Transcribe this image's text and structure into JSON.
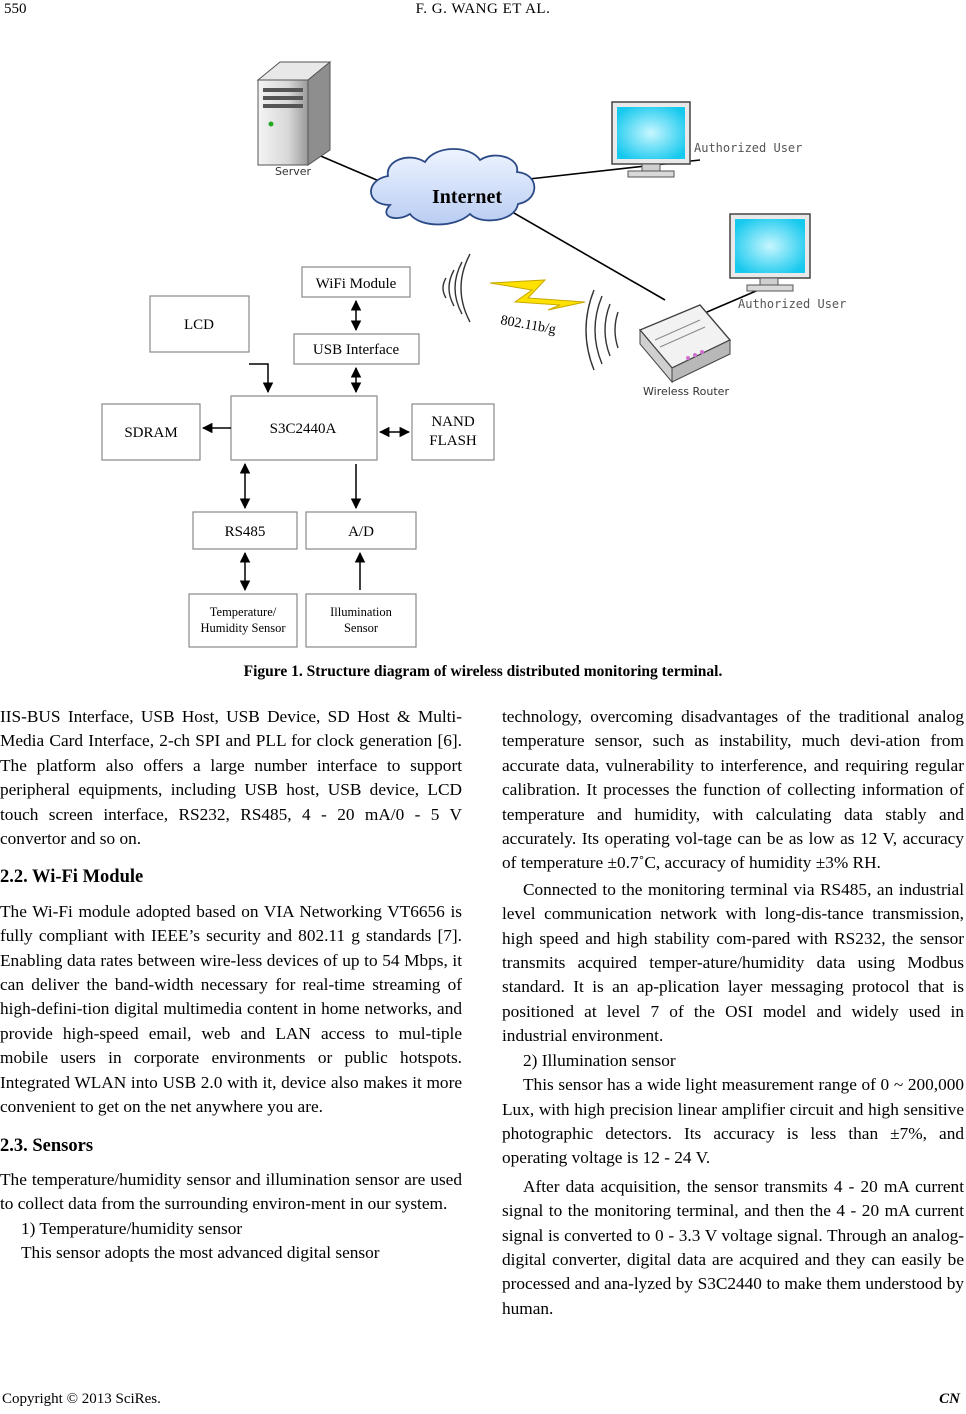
{
  "header": {
    "page_number": "550",
    "running_title": "F. G. WANG    ET    AL."
  },
  "figure": {
    "caption": "Figure 1. Structure diagram of wireless distributed monitoring terminal.",
    "labels": {
      "server": "Server",
      "internet": "Internet",
      "authorized_user_1": "Authorized User",
      "authorized_user_2": "Authorized User",
      "wifi_module": "WiFi Module",
      "usb_interface": "USB Interface",
      "lcd": "LCD",
      "sdram": "SDRAM",
      "cpu": "S3C2440A",
      "nand_line1": "NAND",
      "nand_line2": "FLASH",
      "rs485": "RS485",
      "ad": "A/D",
      "temp_line1": "Temperature/",
      "temp_line2": "Humidity Sensor",
      "illum_line1": "Illumination",
      "illum_line2": "Sensor",
      "protocol": "802.11b/g",
      "wireless_router": "Wireless Router"
    }
  },
  "left_column": {
    "p1": "IIS-BUS Interface, USB Host, USB Device, SD Host & Multi-Media Card Interface, 2-ch SPI and PLL for clock generation [6]. The platform also offers a large number interface to support peripheral equipments, including USB host, USB device, LCD touch screen interface, RS232, RS485, 4 - 20 mA/0 - 5 V convertor and so on.",
    "h_wifi": "2.2. Wi-Fi Module",
    "p2": "The Wi-Fi module adopted based on VIA Networking VT6656 is fully compliant with IEEE’s security and 802.11 g standards [7]. Enabling data rates between wire-less devices of up to 54 Mbps, it can deliver the band-width necessary for real-time streaming of high-defini-tion digital multimedia content in home networks, and provide high-speed email, web and LAN access to mul-tiple mobile users in corporate environments or public hotspots. Integrated WLAN into USB 2.0 with it, device also makes it more convenient to get on the net anywhere you are.",
    "h_sensors": "2.3. Sensors",
    "p3": "The temperature/humidity sensor and illumination sensor are used to collect data from the surrounding environ-ment in our system.",
    "p4": "1) Temperature/humidity sensor",
    "p5": "This sensor adopts the most advanced digital sensor"
  },
  "right_column": {
    "p1": "technology, overcoming disadvantages of the traditional analog temperature sensor, such as instability, much devi-ation from accurate data, vulnerability to interference, and requiring regular calibration. It processes the function of collecting information of temperature and humidity, with calculating data stably and accurately. Its operating vol-tage can be as low as 12 V, accuracy of temperature ±0.7˚C, accuracy of humidity ±3% RH.",
    "p2": "Connected to the monitoring terminal via RS485, an industrial level communication network with long-dis-tance transmission, high speed and high stability com-pared with RS232, the sensor transmits acquired temper-ature/humidity data using Modbus standard. It is an ap-plication layer messaging protocol that is positioned at level 7 of the OSI model and widely used in industrial environment.",
    "p3": "2) Illumination sensor",
    "p4": "This sensor has a wide light measurement range of 0 ~ 200,000 Lux, with high precision linear amplifier circuit and high sensitive photographic detectors. Its accuracy is less than ±7%, and operating voltage is 12 - 24 V.",
    "p5": "After data acquisition, the sensor transmits 4 - 20 mA current signal to the monitoring terminal, and then the 4 - 20 mA current signal is converted to 0 - 3.3 V voltage signal. Through an analog-digital converter, digital data are acquired and they can easily be processed and ana-lyzed by S3C2440 to make them understood by human."
  },
  "footer": {
    "copyright": "Copyright © 2013 SciRes.",
    "journal": "CN"
  }
}
